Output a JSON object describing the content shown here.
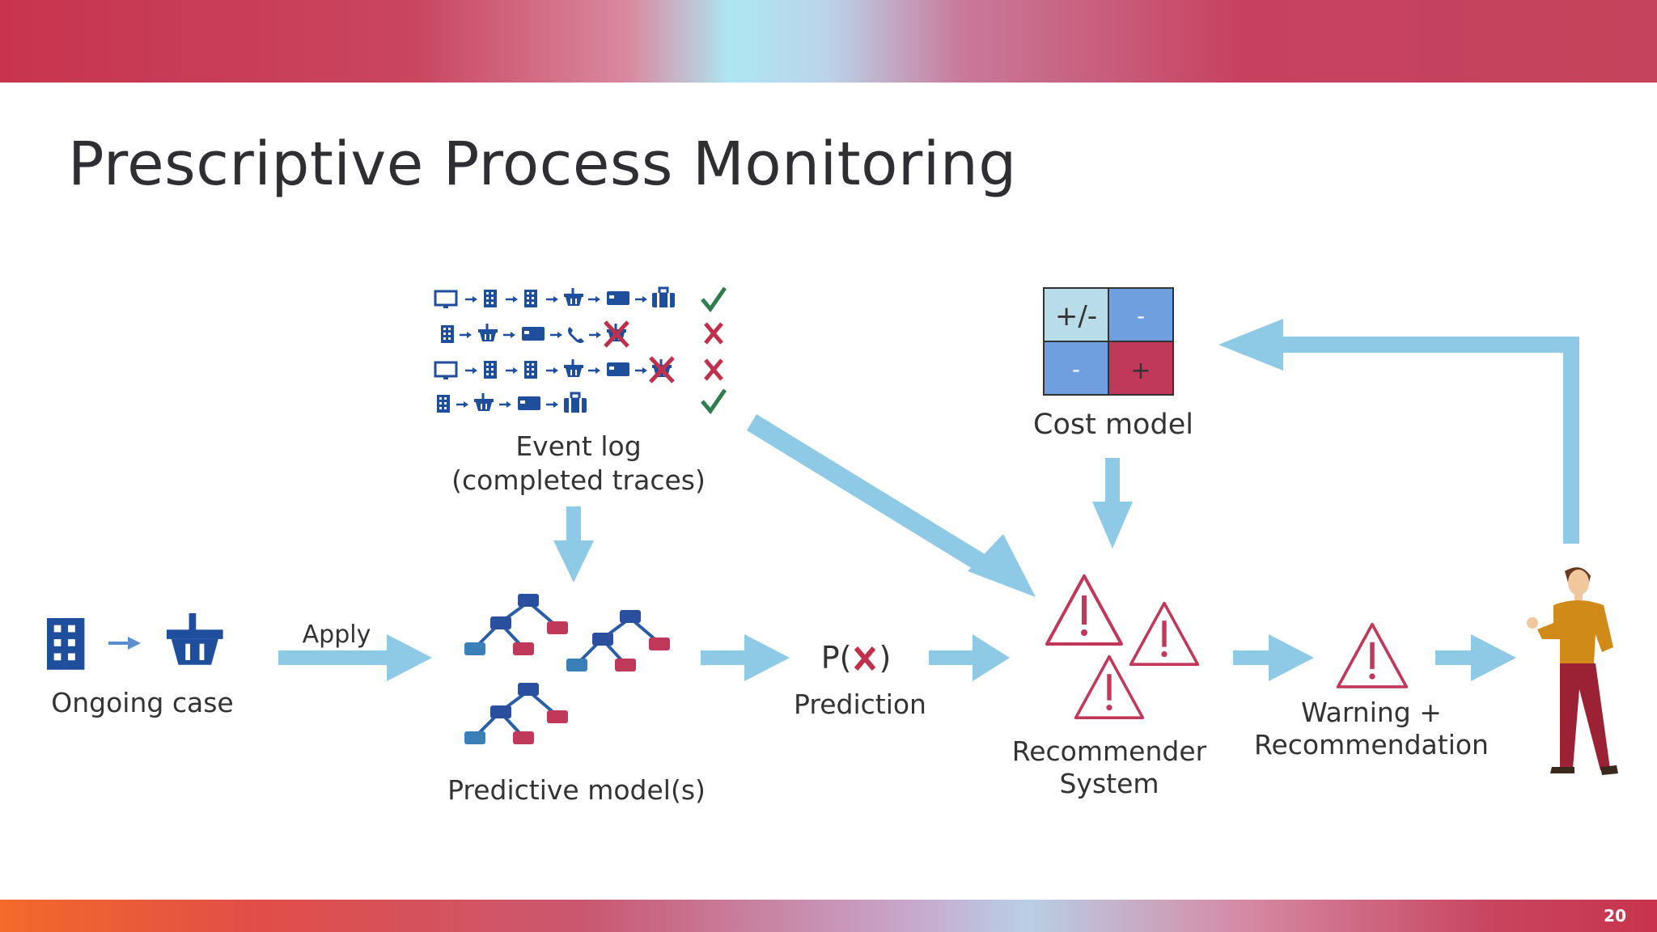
{
  "slide": {
    "title": "Prescriptive Process Monitoring",
    "page_number": "20"
  },
  "diagram": {
    "ongoing_case": "Ongoing case",
    "apply": "Apply",
    "event_log_line1": "Event log",
    "event_log_line2": "(completed traces)",
    "predictive_models": "Predictive model(s)",
    "prediction_formula_prefix": "P(",
    "prediction_formula_suffix": ")",
    "prediction": "Prediction",
    "cost_model": "Cost model",
    "cost_matrix": [
      "+/-",
      "-",
      "-",
      "+"
    ],
    "recommender_line1": "Recommender",
    "recommender_line2": "System",
    "warning_line1": "Warning +",
    "warning_line2": "Recommendation"
  },
  "colors": {
    "arrow": "#8ecae6",
    "icon_blue": "#1f4e9c",
    "alert_red": "#c0385a",
    "check_green": "#2e7d4f",
    "cross_red": "#c0304d",
    "cost_light": "#b8dde8",
    "cost_blue": "#6f9fde",
    "cost_red": "#c0385a"
  }
}
